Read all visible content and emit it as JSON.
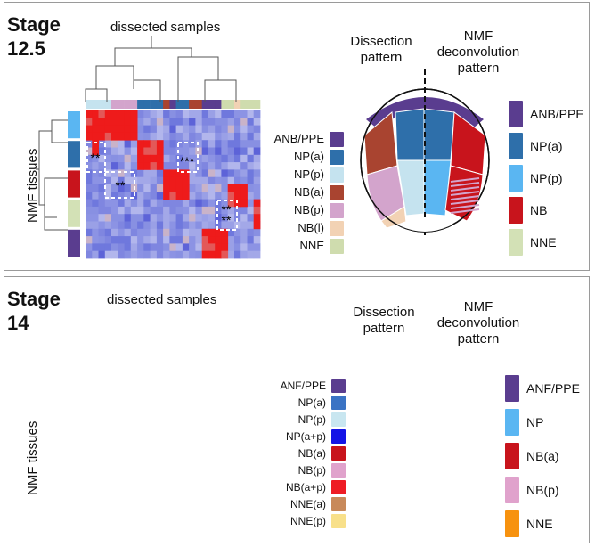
{
  "panel_a": {
    "stage_line1": "Stage",
    "stage_line2": "12.5",
    "columns_label": "dissected samples",
    "rows_label": "NMF tissues",
    "dissection_label": "Dissection pattern",
    "nmf_label": "NMF deconvolution pattern",
    "heatmap_marks": [
      "**",
      "**",
      "***",
      "**",
      "**"
    ],
    "sample_legend": [
      {
        "label": "ANB/PPE",
        "color": "#5a3d8f"
      },
      {
        "label": "NP(a)",
        "color": "#2e6faa"
      },
      {
        "label": "NP(p)",
        "color": "#c5e3ef"
      },
      {
        "label": "NB(a)",
        "color": "#a94430"
      },
      {
        "label": "NB(p)",
        "color": "#d3a4cc"
      },
      {
        "label": "NB(l)",
        "color": "#f2d2b4"
      },
      {
        "label": "NNE",
        "color": "#cfdcae"
      }
    ],
    "nmf_legend": [
      {
        "label": "ANB/PPE",
        "color": "#5a3d8f"
      },
      {
        "label": "NP(a)",
        "color": "#2e6faa"
      },
      {
        "label": "NP(p)",
        "color": "#5ab6f2"
      },
      {
        "label": "NB",
        "color": "#c8141c"
      },
      {
        "label": "NNE",
        "color": "#d3e1b6"
      }
    ]
  },
  "panel_b": {
    "stage_line1": "Stage",
    "stage_line2": "14",
    "columns_label": "dissected samples",
    "rows_label": "NMF tissues",
    "dissection_label": "Dissection pattern",
    "nmf_label": "NMF deconvolution pattern",
    "sample_legend": [
      {
        "label": "ANF/PPE",
        "color": "#5a3d8f"
      },
      {
        "label": "NP(a)",
        "color": "#3a73c4"
      },
      {
        "label": "NP(p)",
        "color": "#c8e6f0"
      },
      {
        "label": "NP(a+p)",
        "color": "#1414e6"
      },
      {
        "label": "NB(a)",
        "color": "#c8141c"
      },
      {
        "label": "NB(p)",
        "color": "#e0a2cc"
      },
      {
        "label": "NB(a+p)",
        "color": "#ee1c24"
      },
      {
        "label": "NNE(a)",
        "color": "#c8895a"
      },
      {
        "label": "NNE(p)",
        "color": "#f8e08a"
      }
    ],
    "nmf_legend": [
      {
        "label": "ANF/PPE",
        "color": "#5a3d8f"
      },
      {
        "label": "NP",
        "color": "#5ab6f2"
      },
      {
        "label": "NB(a)",
        "color": "#c8141c"
      },
      {
        "label": "NB(p)",
        "color": "#e0a2cc"
      },
      {
        "label": "NNE",
        "color": "#f7920f"
      }
    ]
  }
}
